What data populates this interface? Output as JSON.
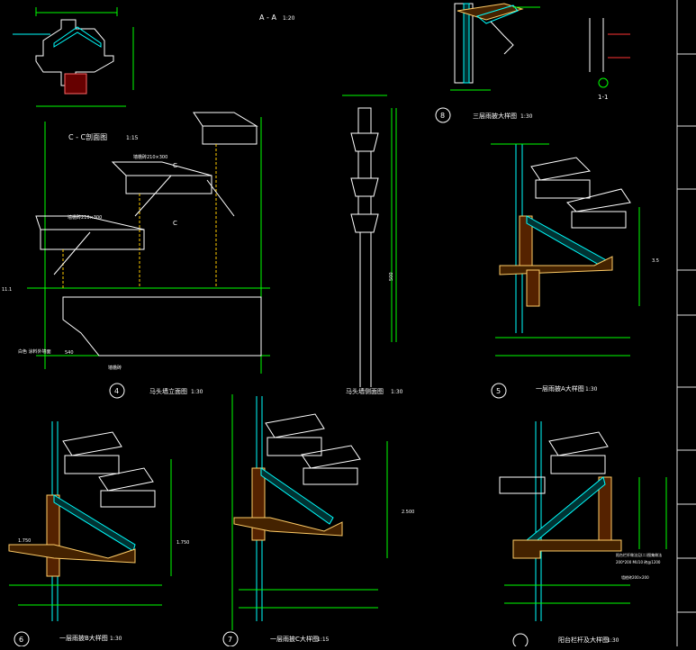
{
  "titles": {
    "aa": "A - A",
    "aa_scale": "1:20",
    "cc": "C - C剖面图",
    "cc_scale": "1:15",
    "detail8": "三层雨披大样图",
    "detail8_scale": "1:30",
    "sec11": "1-1",
    "detail4": "马头墙立面图",
    "detail4_scale": "1:30",
    "horsewall_side": "马头墙侧面图",
    "horsewall_side_scale": "1:30",
    "detail5": "一层雨披A大样图",
    "detail5_scale": "1:30",
    "detail6": "一层雨披B大样图",
    "detail6_scale": "1:30",
    "detail7": "一层雨披C大样图",
    "detail7_scale": "1:15",
    "detail9": "阳台栏杆及大样图",
    "detail9_scale": "1:30"
  },
  "markers": {
    "n4": "4",
    "n5": "5",
    "n6": "6",
    "n7": "7",
    "n8": "8"
  },
  "labels": {
    "beam1": "墙檐砖210×300",
    "beam2": "墙檐砖210×300",
    "mark_c": "C",
    "mark_c2": "C",
    "elev_11": "11.1",
    "elev_35": "3.5",
    "elev_1750a": "1.750",
    "elev_1750b": "1.750",
    "elev_2500": "2.500",
    "dim_500": "500",
    "dim_540": "540",
    "note_left": "白色\n涂料外墙面",
    "note_right": "墙檐砖",
    "note_d9a": "阳台栏杆做法见(二)图集做法",
    "note_d9b": "200*200 MU10 砖@1200",
    "note_d9c": "墙檐砖200×200"
  }
}
